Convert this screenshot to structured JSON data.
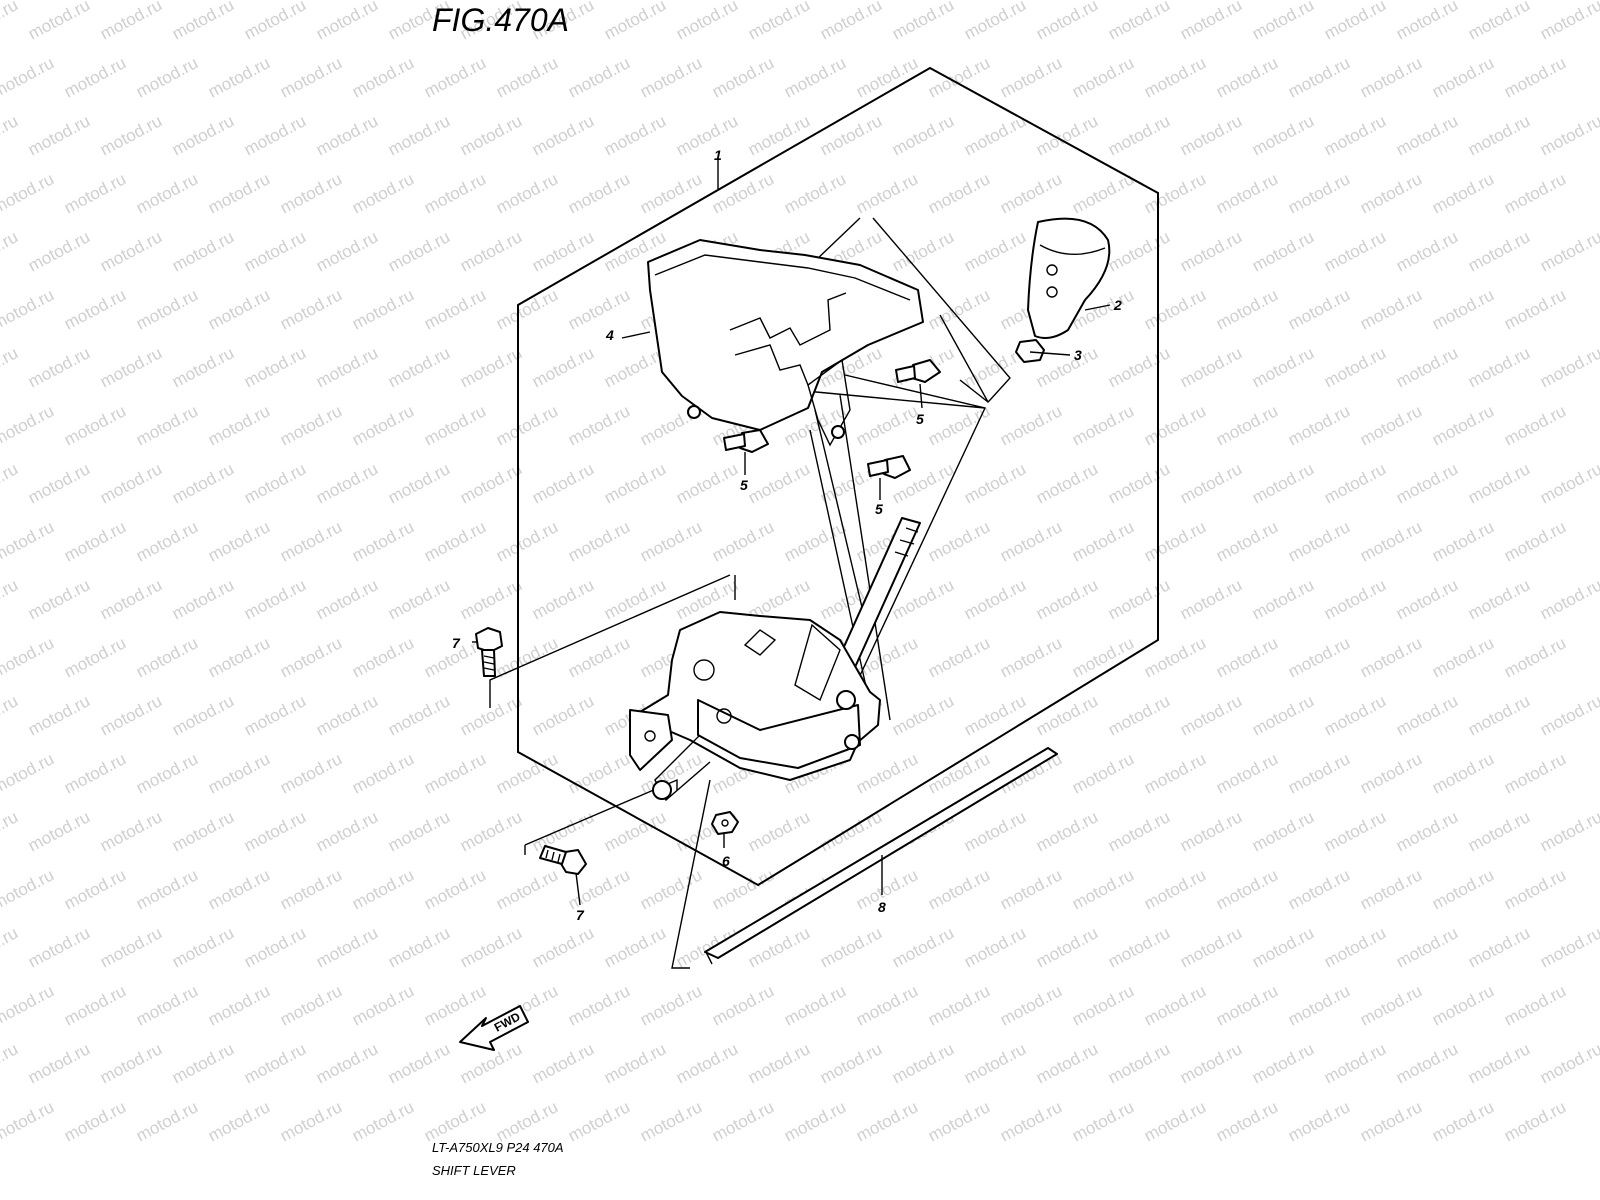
{
  "figure": {
    "title": "FIG.470A",
    "footer_code": "LT-A750XL9  P24  470A",
    "footer_name": "SHIFT LEVER"
  },
  "callouts": {
    "c1": "1",
    "c2": "2",
    "c3": "3",
    "c4": "4",
    "c5a": "5",
    "c5b": "5",
    "c5c": "5",
    "c6": "6",
    "c7a": "7",
    "c7b": "7",
    "c8": "8"
  },
  "direction_arrow": {
    "label": "FWD"
  },
  "watermark": {
    "text": "motod.ru",
    "color": "#cfcfcf"
  }
}
